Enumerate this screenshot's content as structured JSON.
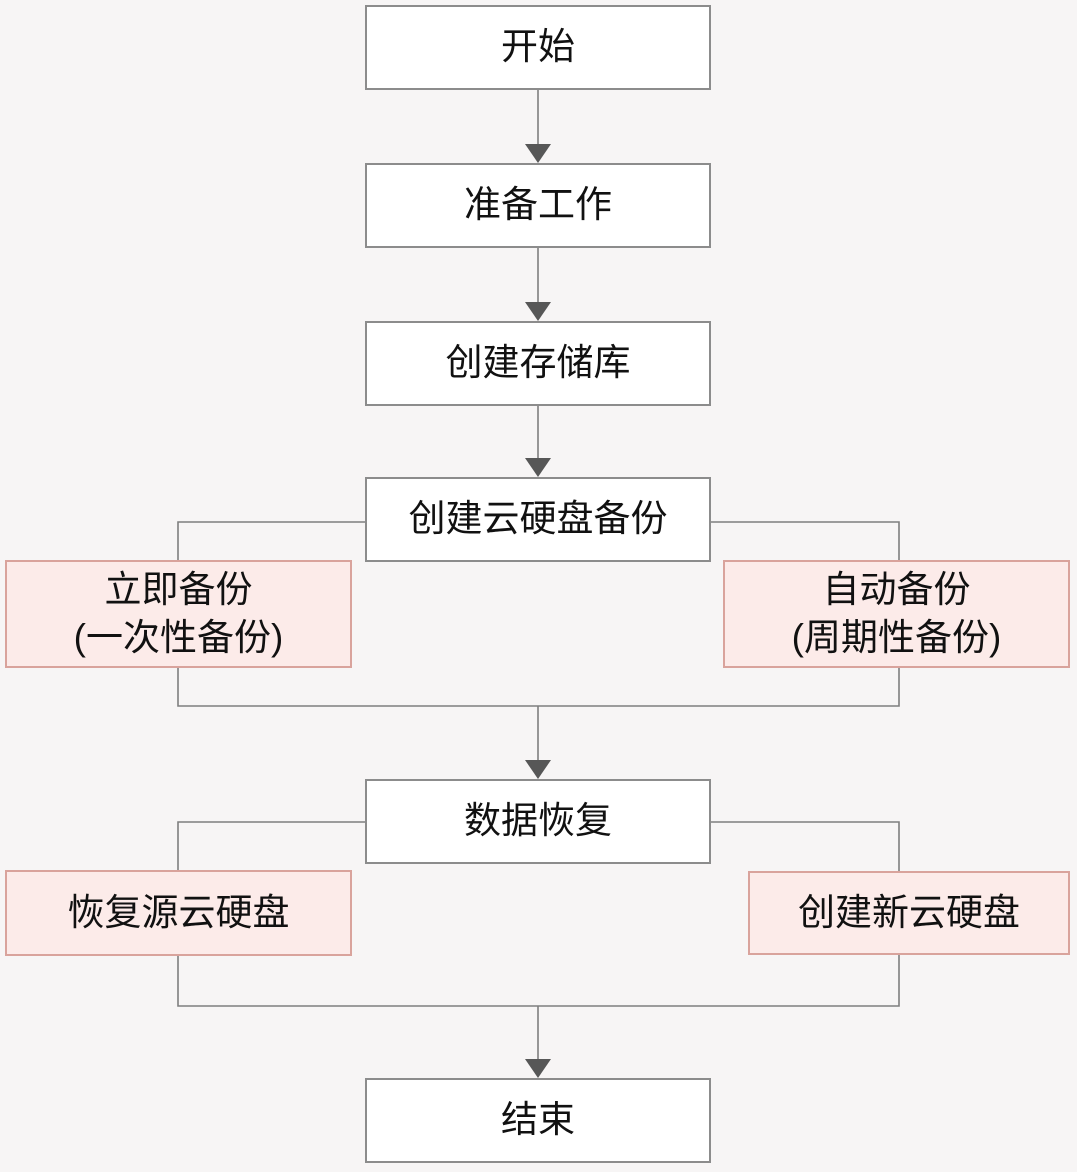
{
  "diagram": {
    "type": "flowchart",
    "nodes": {
      "start": {
        "label": "开始"
      },
      "prepare": {
        "label": "准备工作"
      },
      "create_vault": {
        "label": "创建存储库"
      },
      "create_backup": {
        "label": "创建云硬盘备份"
      },
      "immediate_backup": {
        "label": "立即备份",
        "sublabel": "(一次性备份)"
      },
      "auto_backup": {
        "label": "自动备份",
        "sublabel": "(周期性备份)"
      },
      "data_restore": {
        "label": "数据恢复"
      },
      "restore_source_disk": {
        "label": "恢复源云硬盘"
      },
      "create_new_disk": {
        "label": "创建新云硬盘"
      },
      "end": {
        "label": "结束"
      }
    },
    "edges": [
      {
        "from": "start",
        "to": "prepare",
        "arrow": true
      },
      {
        "from": "prepare",
        "to": "create_vault",
        "arrow": true
      },
      {
        "from": "create_vault",
        "to": "create_backup",
        "arrow": true
      },
      {
        "from": "create_backup",
        "via": "immediate_backup",
        "to": "data_restore",
        "arrow": true
      },
      {
        "from": "create_backup",
        "via": "auto_backup",
        "to": "data_restore",
        "arrow": true
      },
      {
        "from": "data_restore",
        "via": "restore_source_disk",
        "to": "end",
        "arrow": true
      },
      {
        "from": "data_restore",
        "via": "create_new_disk",
        "to": "end",
        "arrow": true
      }
    ],
    "colors": {
      "background": "#f7f5f5",
      "step_fill": "#ffffff",
      "step_border": "#8c8c8c",
      "option_fill": "#fcebe9",
      "option_border": "#d9a39c",
      "connector_line": "#7f7f7f",
      "arrowhead": "#575757",
      "text": "#111111"
    }
  }
}
